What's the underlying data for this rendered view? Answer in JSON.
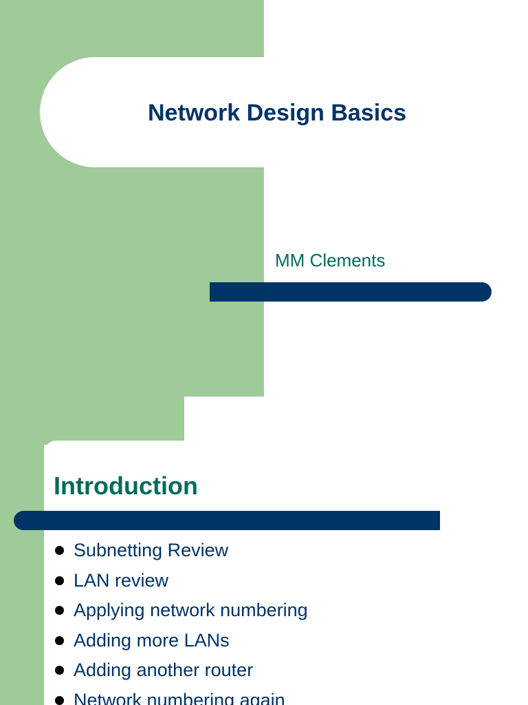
{
  "slides": [
    {
      "title": "Network Design Basics",
      "subtitle": "MM Clements"
    },
    {
      "title": "Introduction",
      "bullets": [
        "Subnetting Review",
        "LAN review",
        "Applying network numbering",
        "Adding more LANs",
        "Adding another router",
        "Network numbering again"
      ]
    }
  ],
  "colors": {
    "green_panel": "#9ecb98",
    "navy": "#003366",
    "teal_text": "#006b5b",
    "bullet": "#000000"
  }
}
